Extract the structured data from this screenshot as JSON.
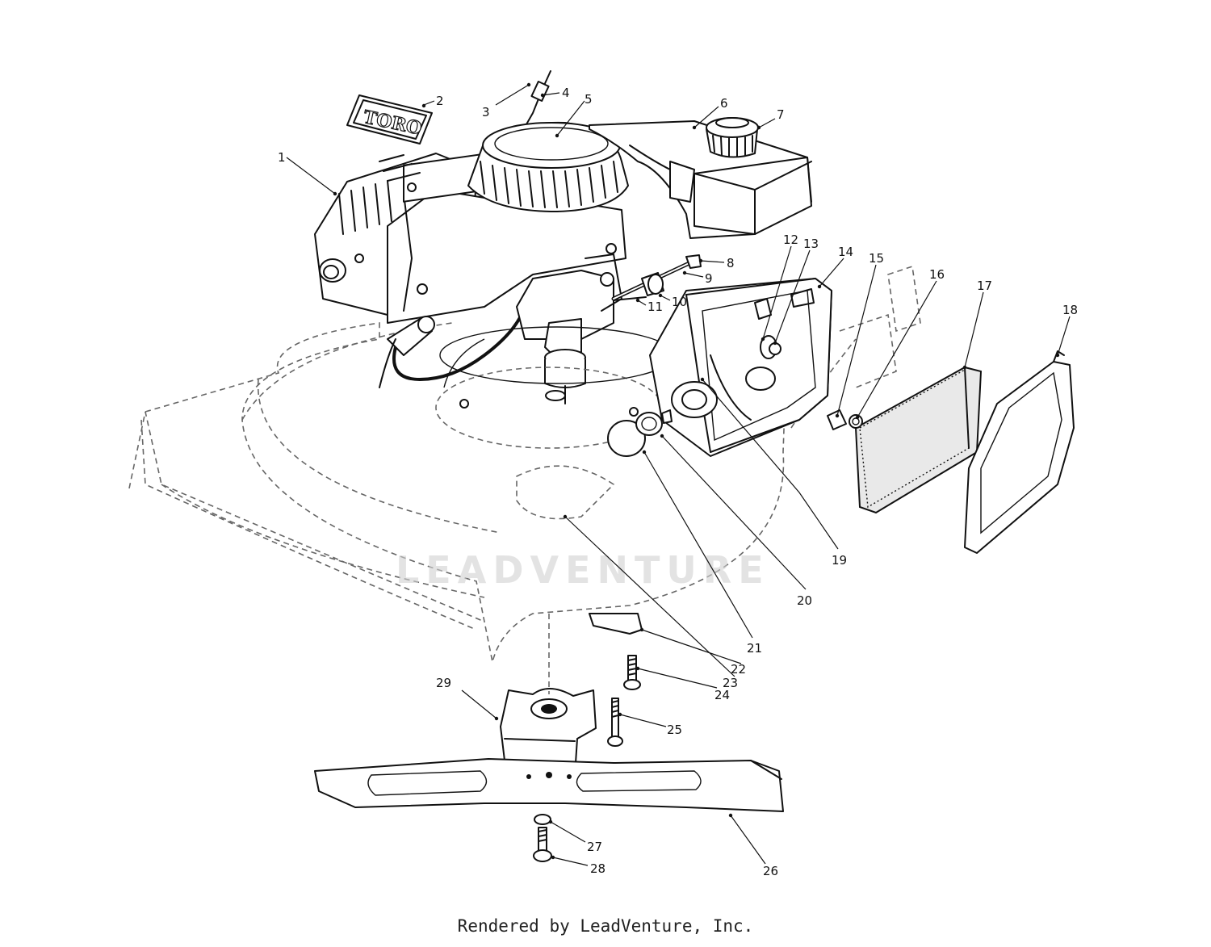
{
  "diagram": {
    "brand_logo": "TORO",
    "watermark": "LEADVENTURE",
    "callouts": [
      {
        "id": "1",
        "label": "1"
      },
      {
        "id": "2",
        "label": "2"
      },
      {
        "id": "3",
        "label": "3"
      },
      {
        "id": "4",
        "label": "4"
      },
      {
        "id": "5",
        "label": "5"
      },
      {
        "id": "6",
        "label": "6"
      },
      {
        "id": "7",
        "label": "7"
      },
      {
        "id": "8",
        "label": "8"
      },
      {
        "id": "9",
        "label": "9"
      },
      {
        "id": "10",
        "label": "10"
      },
      {
        "id": "11",
        "label": "11"
      },
      {
        "id": "12",
        "label": "12"
      },
      {
        "id": "13",
        "label": "13"
      },
      {
        "id": "14",
        "label": "14"
      },
      {
        "id": "15",
        "label": "15"
      },
      {
        "id": "16",
        "label": "16"
      },
      {
        "id": "17",
        "label": "17"
      },
      {
        "id": "18",
        "label": "18"
      },
      {
        "id": "19",
        "label": "19"
      },
      {
        "id": "20",
        "label": "20"
      },
      {
        "id": "21",
        "label": "21"
      },
      {
        "id": "22",
        "label": "22"
      },
      {
        "id": "23",
        "label": "23"
      },
      {
        "id": "24",
        "label": "24"
      },
      {
        "id": "25",
        "label": "25"
      },
      {
        "id": "26",
        "label": "26"
      },
      {
        "id": "27",
        "label": "27"
      },
      {
        "id": "28",
        "label": "28"
      },
      {
        "id": "29",
        "label": "29"
      }
    ]
  },
  "footer": {
    "text": "Rendered by LeadVenture, Inc."
  }
}
